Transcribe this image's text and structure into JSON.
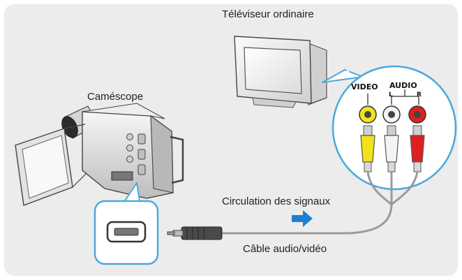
{
  "labels": {
    "tv": "Téléviseur ordinaire",
    "camcorder": "Caméscope",
    "signal_flow": "Circulation des signaux",
    "cable": "Câble audio/vidéo"
  },
  "jacks": {
    "video": "VIDEO",
    "audio": "AUDIO",
    "left": "L",
    "right": "R"
  },
  "colors": {
    "background_panel": "#ececec",
    "video_plug": "#f2e21a",
    "audio_left_plug": "#f4f4f4",
    "audio_right_plug": "#e02020",
    "arrow": "#1e7fd0",
    "cable": "#9a9a9a"
  }
}
